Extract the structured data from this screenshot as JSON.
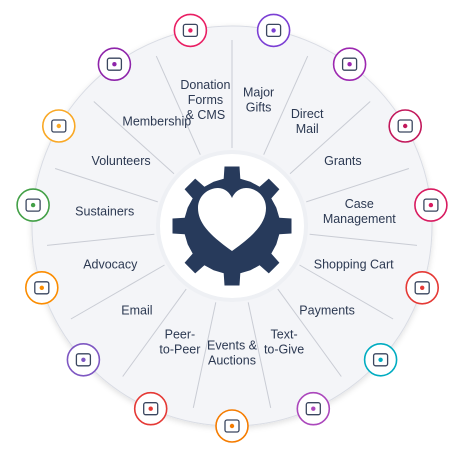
{
  "center": {
    "icon": "gear-heart-icon",
    "gear_color": "#273a5b",
    "heart_color": "#ffffff"
  },
  "wheel": {
    "face": "#f4f5f8",
    "rim": "#d9dce4",
    "spoke_color": "#c9ccd4",
    "text_color": "#2c3952"
  },
  "segments": [
    {
      "id": "major-gifts",
      "lines": [
        "Major",
        "Gifts"
      ],
      "icon": "heart-icon",
      "color": "#7b3fd4"
    },
    {
      "id": "direct-mail",
      "lines": [
        "Direct",
        "Mail"
      ],
      "icon": "envelope-open-icon",
      "color": "#9c27b0"
    },
    {
      "id": "grants",
      "lines": [
        "Grants"
      ],
      "icon": "hand-money-icon",
      "color": "#c2185b"
    },
    {
      "id": "case-management",
      "lines": [
        "Case",
        "Management"
      ],
      "icon": "briefcase-gear-icon",
      "color": "#d81b60"
    },
    {
      "id": "shopping-cart",
      "lines": [
        "Shopping Cart"
      ],
      "icon": "shopping-cart-icon",
      "color": "#e53935"
    },
    {
      "id": "payments",
      "lines": [
        "Payments"
      ],
      "icon": "coins-icon",
      "color": "#00acc1"
    },
    {
      "id": "text-to-give",
      "lines": [
        "Text-",
        "to-Give"
      ],
      "icon": "chat-heart-icon",
      "color": "#ab47bc"
    },
    {
      "id": "events-auctions",
      "lines": [
        "Events &",
        "Auctions"
      ],
      "icon": "calendar-gavel-icon",
      "color": "#f57c00"
    },
    {
      "id": "peer-to-peer",
      "lines": [
        "Peer-",
        "to-Peer"
      ],
      "icon": "people-exchange-icon",
      "color": "#e53935"
    },
    {
      "id": "email",
      "lines": [
        "Email"
      ],
      "icon": "envelope-icon",
      "color": "#7e57c2"
    },
    {
      "id": "advocacy",
      "lines": [
        "Advocacy"
      ],
      "icon": "megaphone-icon",
      "color": "#fb8c00"
    },
    {
      "id": "sustainers",
      "lines": [
        "Sustainers"
      ],
      "icon": "recurring-dollar-icon",
      "color": "#43a047"
    },
    {
      "id": "volunteers",
      "lines": [
        "Volunteers"
      ],
      "icon": "raised-hand-icon",
      "color": "#f9a825"
    },
    {
      "id": "membership",
      "lines": [
        "Membership"
      ],
      "icon": "user-badge-icon",
      "color": "#8e24aa"
    },
    {
      "id": "donation-forms-cms",
      "lines": [
        "Donation",
        "Forms",
        "& CMS"
      ],
      "icon": "form-gear-icon",
      "color": "#e91e63"
    }
  ]
}
